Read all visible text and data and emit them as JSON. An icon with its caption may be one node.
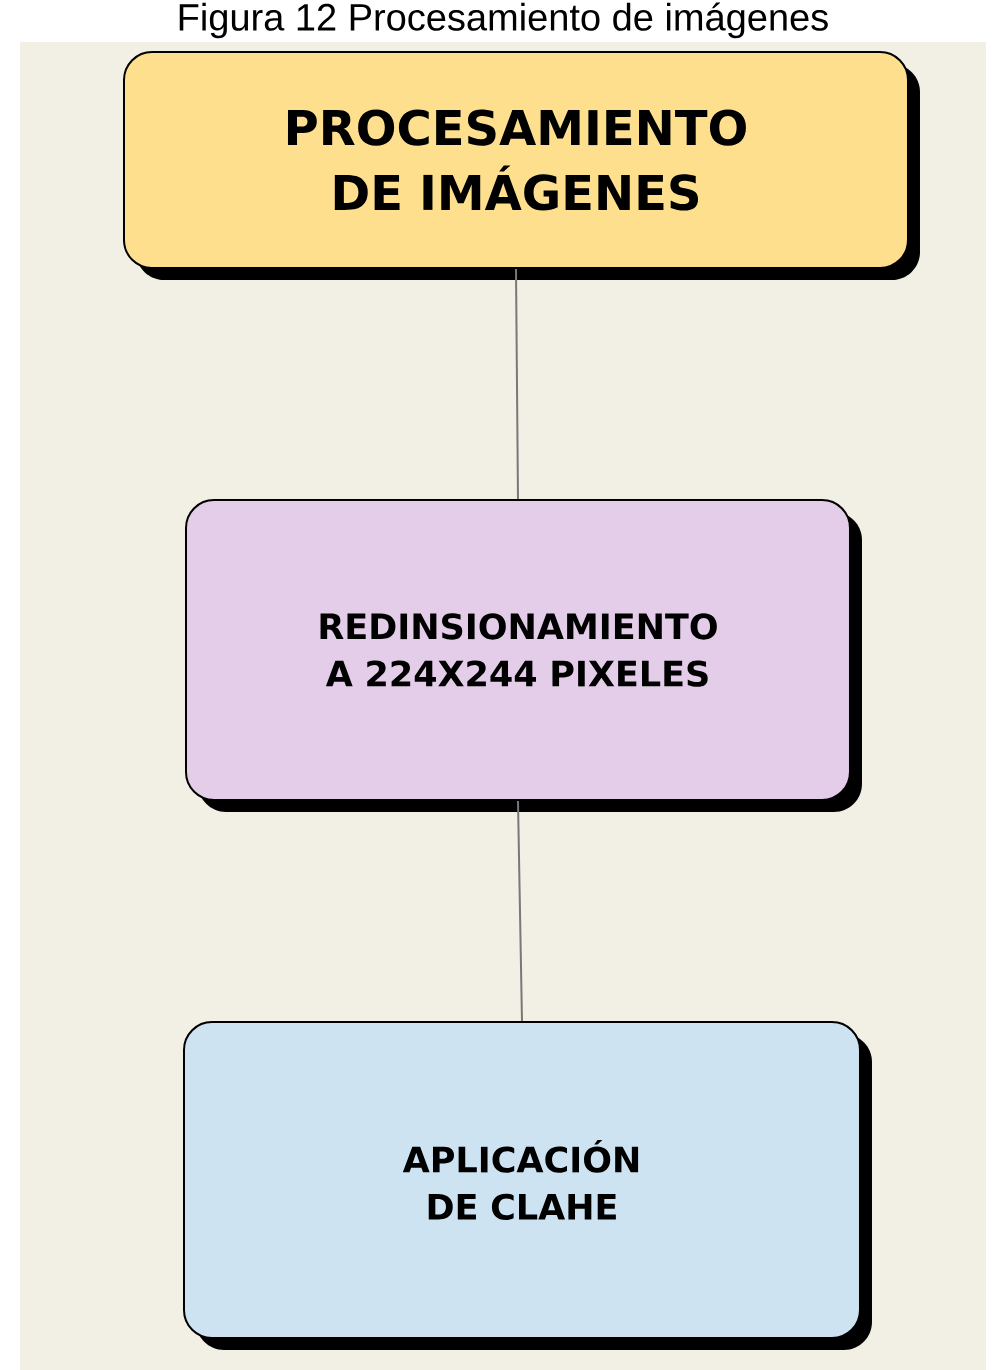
{
  "diagram": {
    "title": "Figura 12 Procesamiento de imágenes",
    "nodes": [
      {
        "text": [
          "PROCESAMIENTO DE IMÁGENES"
        ]
      },
      {
        "text": [
          "REDINSIONAMIENTO A 224X244 PIXELES"
        ]
      },
      {
        "text": [
          "APLICACIÓN DE CLAHE"
        ]
      }
    ],
    "edges": [
      {
        "from": 0,
        "to": 1,
        "arrow": "none"
      },
      {
        "from": 1,
        "to": 2,
        "arrow": "none"
      }
    ]
  }
}
